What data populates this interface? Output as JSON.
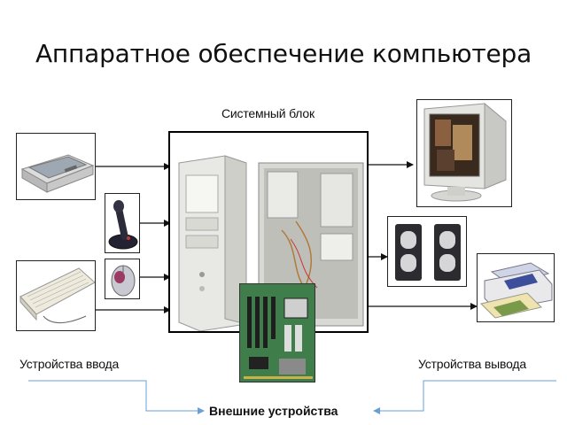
{
  "title": "Аппаратное обеспечение компьютера",
  "labels": {
    "system_unit": "Системный блок",
    "input_devices": "Устройства  ввода",
    "output_devices": "Устройства  вывода",
    "external_devices": "Внешние устройства"
  },
  "colors": {
    "frame": "#222222",
    "arrow": "#111111",
    "connector": "#6a9fd4",
    "case": "#e8e8e4",
    "motherboard": "#3f7d4a"
  },
  "devices": {
    "input": [
      "scanner-icon",
      "joystick-icon",
      "mouse-icon",
      "keyboard-icon"
    ],
    "system": [
      "system-unit-case-icon",
      "open-case-icon",
      "motherboard-icon"
    ],
    "output": [
      "monitor-icon",
      "speakers-icon",
      "printer-icon"
    ]
  }
}
